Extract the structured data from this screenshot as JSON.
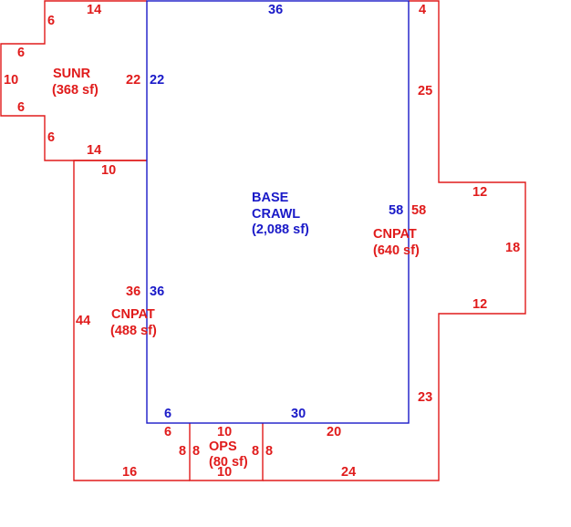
{
  "colors": {
    "red": "#e01b1b",
    "blue": "#1a1ac8"
  },
  "areas": {
    "base": {
      "name_line1": "BASE",
      "name_line2": "CRAWL",
      "area": "(2,088 sf)"
    },
    "sunroom": {
      "name": "SUNR",
      "area": "(368 sf)"
    },
    "canopy_right": {
      "name": "CNPAT",
      "area": "(640 sf)"
    },
    "canopy_left": {
      "name": "CNPAT",
      "area": "(488 sf)"
    },
    "porch": {
      "name": "OPS",
      "area": "(80 sf)"
    }
  },
  "dimensions": {
    "base_top": "36",
    "base_left": "22",
    "base_right": "58",
    "base_left_lower": "36",
    "base_bottom_left": "6",
    "base_bottom_right": "30",
    "sunr_top_notch": "6",
    "sunr_top": "14",
    "sunr_upper_jog": "6",
    "sunr_side": "10",
    "sunr_lower_jog": "6",
    "sunr_bottom_notch": "6",
    "sunr_bottom": "14",
    "sunr_right": "22",
    "top_right_gap": "4",
    "right_upper": "25",
    "right_top_bump": "12",
    "right_bump_side": "18",
    "right_bottom_bump": "12",
    "right_lower": "23",
    "right_canopy_base": "58",
    "left_canopy_top": "10",
    "left_canopy_side": "44",
    "left_canopy_base": "36",
    "left_canopy_bottom": "16",
    "porch_top_left": "6",
    "porch_left_outer": "8",
    "porch_left_inner": "8",
    "porch_top": "10",
    "porch_right_inner": "8",
    "porch_right_outer": "8",
    "porch_bottom": "10",
    "bottom_middle": "20",
    "bottom_right": "24"
  }
}
